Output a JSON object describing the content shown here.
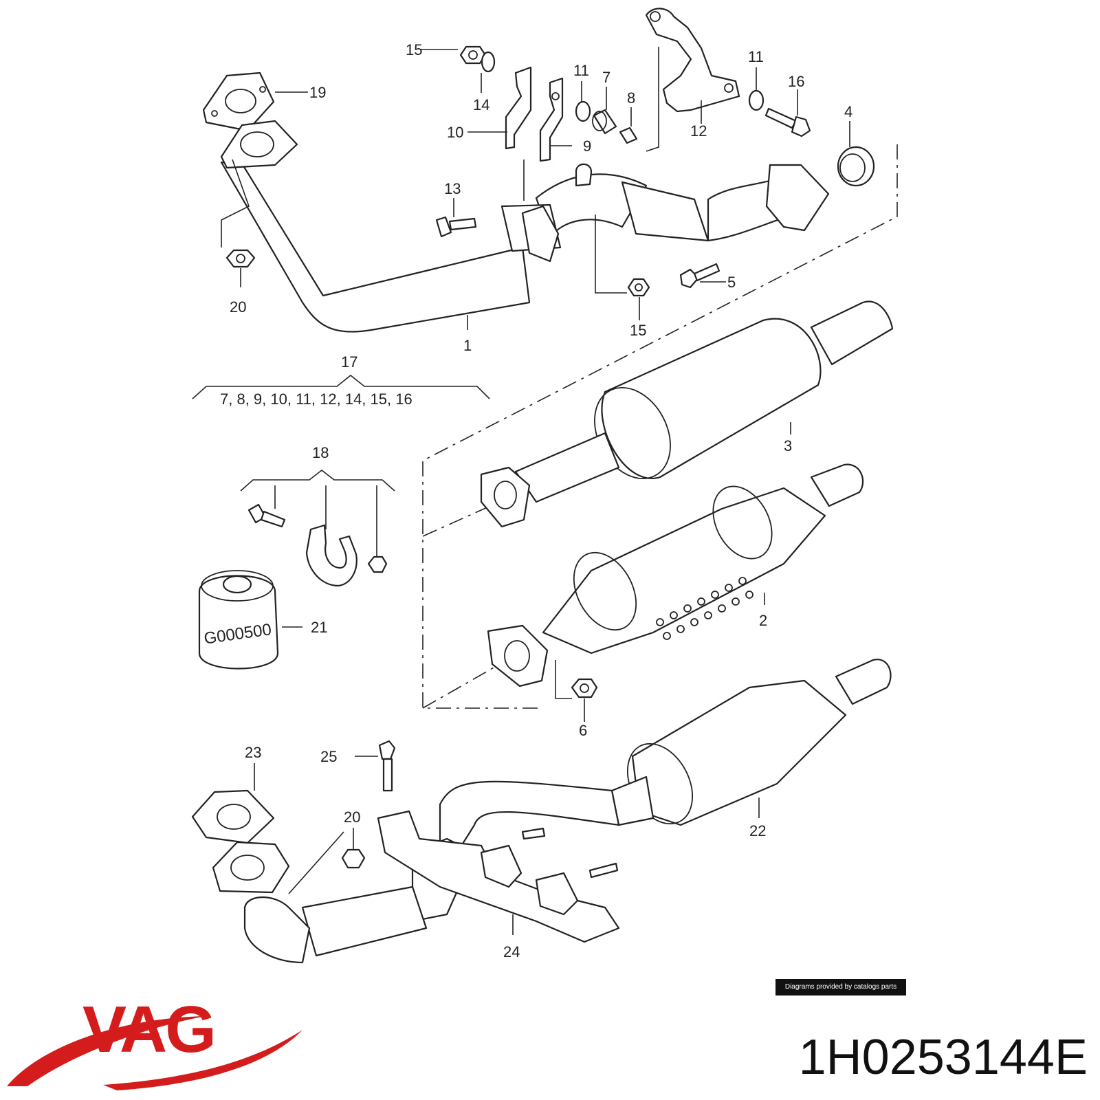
{
  "diagram": {
    "group_17": {
      "number": "17",
      "members": "7, 8, 9, 10, 11, 12, 14, 15, 16"
    },
    "group_18": {
      "number": "18"
    },
    "callouts": [
      "1",
      "2",
      "3",
      "4",
      "5",
      "6",
      "7",
      "8",
      "9",
      "10",
      "11",
      "11",
      "12",
      "13",
      "14",
      "15",
      "15",
      "16",
      "19",
      "20",
      "20",
      "21",
      "22",
      "23",
      "24",
      "25"
    ],
    "label_21_marking": "G000500"
  },
  "credit": "Diagrams provided by catalogs parts",
  "brand": {
    "logo_text": "VAG",
    "color": "#d51c1c"
  },
  "part_number": "1H0253144E"
}
